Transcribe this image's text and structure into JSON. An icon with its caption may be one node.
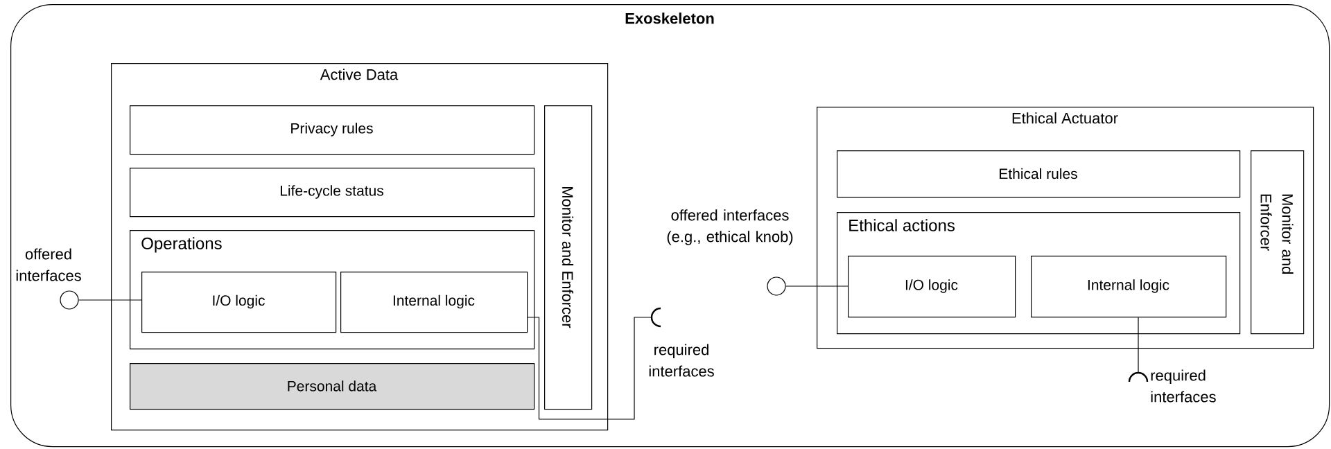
{
  "diagram": {
    "nodes": [
      {
        "text": [
          "Exoskeleton"
        ]
      },
      {
        "text": [
          "Active Data"
        ],
        "in": 0
      },
      {
        "text": [
          "Privacy rules"
        ],
        "in": 1
      },
      {
        "text": [
          "Life-cycle status"
        ],
        "in": 1
      },
      {
        "text": [
          "Operations"
        ],
        "in": 1
      },
      {
        "text": [
          "I/O logic"
        ],
        "in": 4
      },
      {
        "text": [
          "Internal logic"
        ],
        "in": 4
      },
      {
        "text": [
          "Personal data"
        ],
        "in": 1
      },
      {
        "text": [
          "Monitor and Enforcer"
        ],
        "in": 1
      },
      {
        "text": [
          "Ethical Actuator"
        ],
        "in": 0
      },
      {
        "text": [
          "Ethical rules"
        ],
        "in": 9
      },
      {
        "text": [
          "Ethical actions"
        ],
        "in": 9
      },
      {
        "text": [
          "I/O logic"
        ],
        "in": 11
      },
      {
        "text": [
          "Internal logic"
        ],
        "in": 11
      },
      {
        "text": [
          "Monitor and Enforcer"
        ],
        "in": 9
      },
      {
        "text": [],
        "shape": "circle",
        "in": 0,
        "beside": [
          "offered interfaces"
        ]
      },
      {
        "text": [],
        "shape": "arc",
        "in": 0,
        "beside": [
          "required interfaces"
        ]
      },
      {
        "text": [],
        "shape": "circle",
        "in": 0,
        "beside": [
          "offered interfaces (e.g., ethical knob)"
        ]
      },
      {
        "text": [],
        "shape": "arc",
        "in": 0,
        "beside": [
          "required interfaces"
        ]
      }
    ],
    "edges": [
      {
        "from": 15,
        "to": 5,
        "arrow": "none"
      },
      {
        "from": 6,
        "to": 16,
        "arrow": "none"
      },
      {
        "from": 17,
        "to": 12,
        "arrow": "none"
      },
      {
        "from": 13,
        "to": 18,
        "arrow": "none"
      }
    ]
  }
}
